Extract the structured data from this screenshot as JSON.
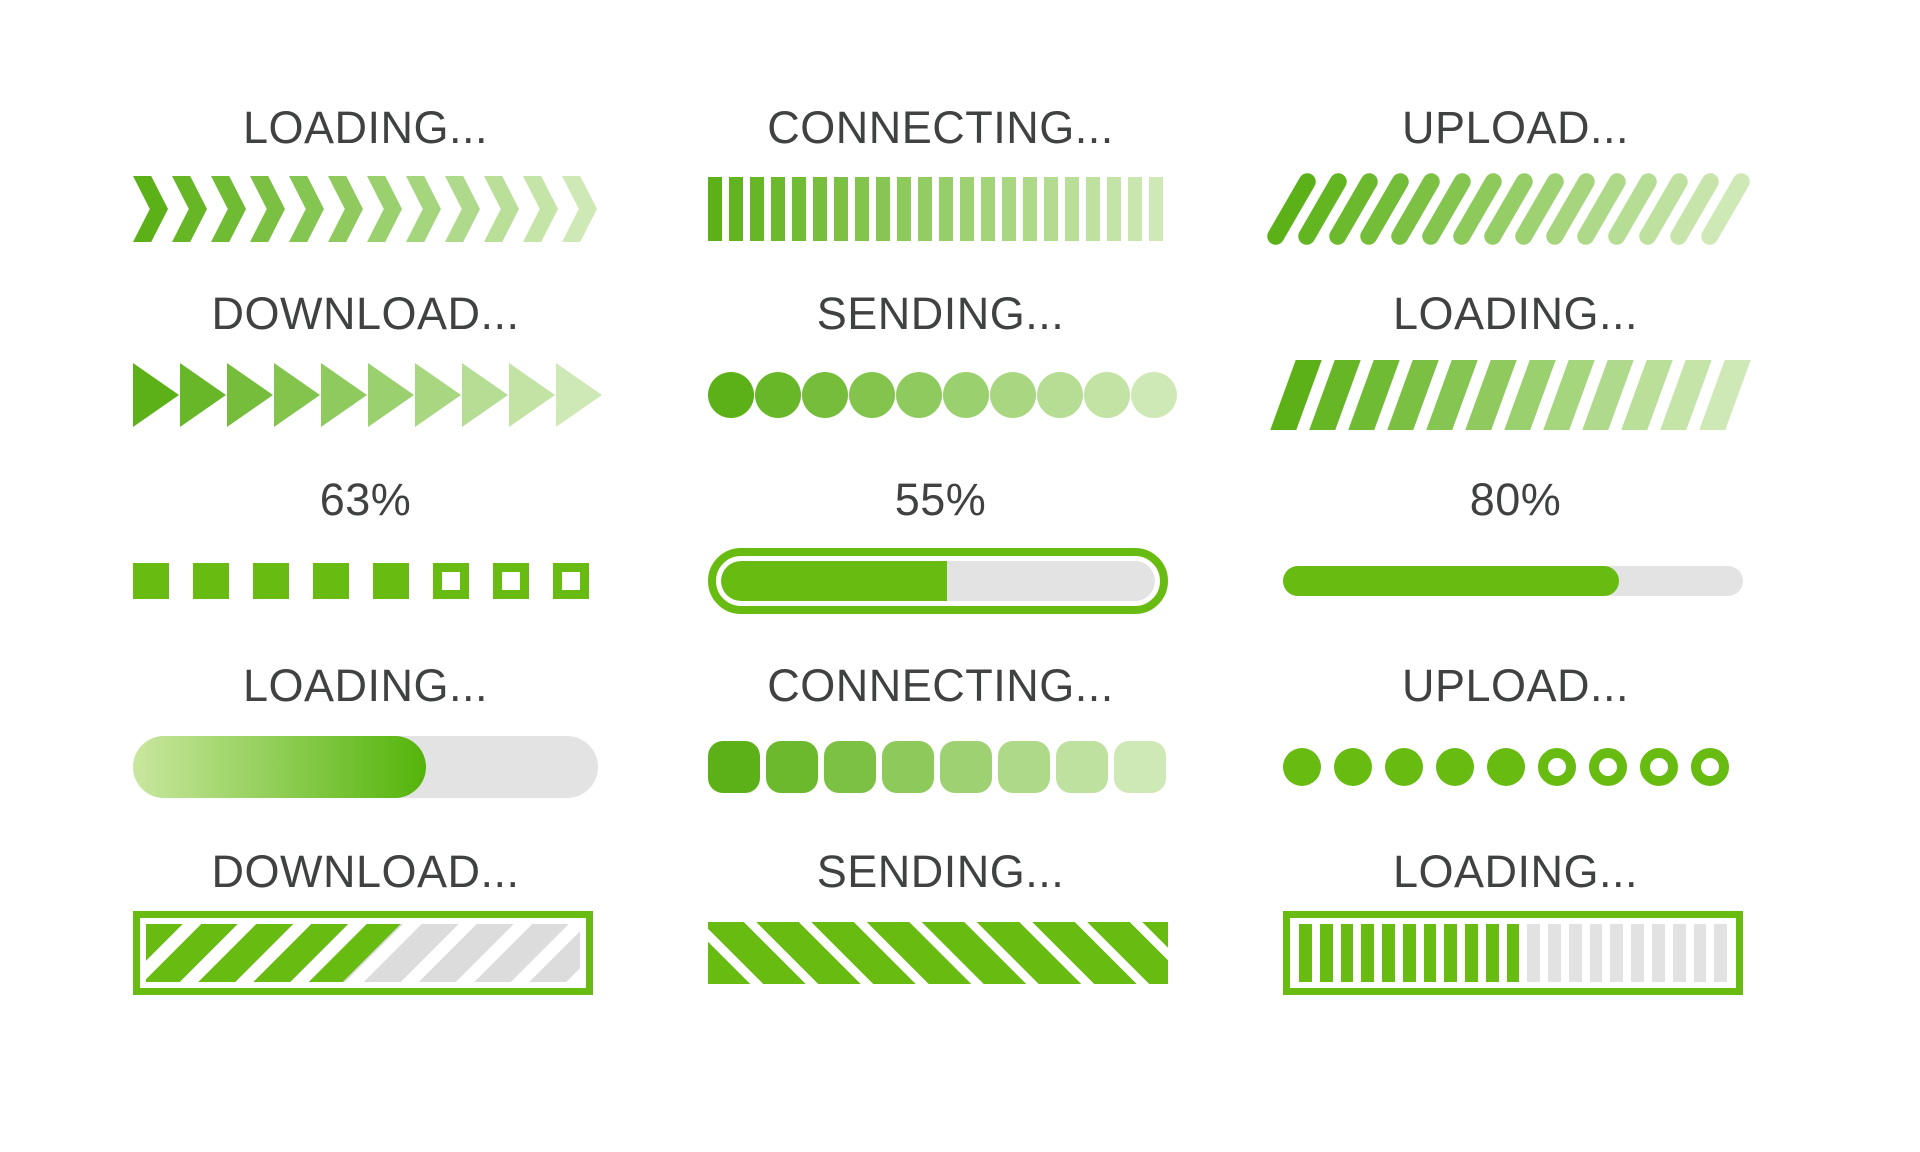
{
  "page": {
    "background": "#ffffff"
  },
  "colors": {
    "primary_green": "#68bb10",
    "fade_start": "#5bb117",
    "fade_end": "#cfe9b6",
    "track_gray": "#e3e3e3",
    "stripe_gray": "#dcdcdc",
    "tick_gray": "#e2e2e2",
    "text": "#3f4241",
    "gradient_fill_start": "#c9e79f",
    "gradient_fill_end": "#54b40a",
    "white": "#ffffff"
  },
  "cells": [
    {
      "label": "LOADING...",
      "type": "chevrons",
      "count": 12,
      "fade": true
    },
    {
      "label": "CONNECTING...",
      "type": "vbars",
      "count": 22,
      "fade": true
    },
    {
      "label": "UPLOAD...",
      "type": "slants",
      "count": 15,
      "fade": true
    },
    {
      "label": "DOWNLOAD...",
      "type": "triangles",
      "count": 10,
      "fade": true
    },
    {
      "label": "SENDING...",
      "type": "circles",
      "count": 10,
      "fade": true
    },
    {
      "label": "LOADING...",
      "type": "skew",
      "count": 12,
      "fade": true
    },
    {
      "label": "63%",
      "type": "squares",
      "count": 8,
      "filled": 5
    },
    {
      "label": "55%",
      "type": "outlined-bar",
      "fill_percent": 52
    },
    {
      "label": "80%",
      "type": "simple-bar",
      "fill_percent": 73
    },
    {
      "label": "LOADING...",
      "type": "gradient-bar",
      "fill_percent": 63
    },
    {
      "label": "CONNECTING...",
      "type": "rounded-squares",
      "count": 8,
      "fade": true
    },
    {
      "label": "UPLOAD...",
      "type": "dots",
      "count": 9,
      "filled": 5
    },
    {
      "label": "DOWNLOAD...",
      "type": "hatched-bar",
      "fill_percent": 52
    },
    {
      "label": "SENDING...",
      "type": "striped-bar",
      "fill_percent": 100
    },
    {
      "label": "LOADING...",
      "type": "ticks-bar",
      "ticks": 21,
      "filled": 11
    }
  ]
}
